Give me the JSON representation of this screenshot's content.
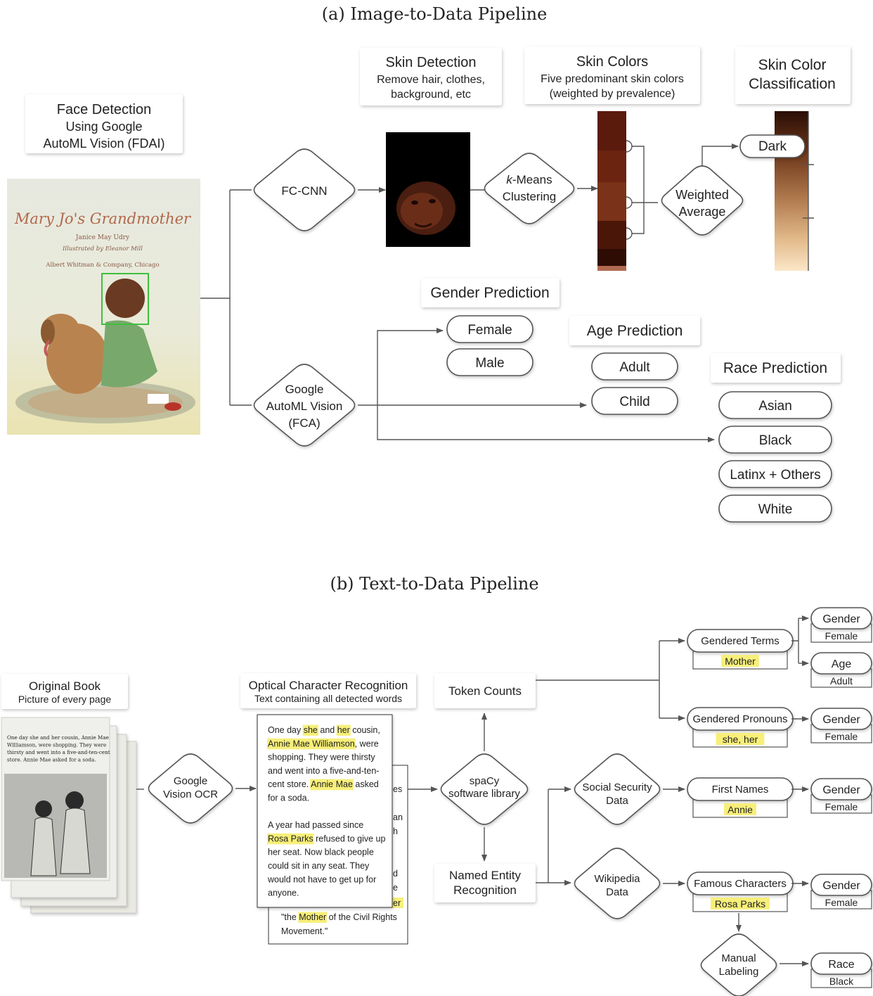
{
  "sections": {
    "a_title": "(a) Image-to-Data Pipeline",
    "b_title": "(b) Text-to-Data Pipeline"
  },
  "image_pipeline": {
    "face_detection": {
      "line1": "Face Detection",
      "line2": "Using Google",
      "line3": "AutoML Vision (FDAI)"
    },
    "book_cover": {
      "title": "Mary Jo's Grandmother",
      "author": "Janice May Udry",
      "illustrator": "Illustrated by Eleanor Mill",
      "publisher": "Albert Whitman & Company, Chicago"
    },
    "fc_cnn": "FC-CNN",
    "google_automl": {
      "line1": "Google",
      "line2": "AutoML Vision",
      "line3": "(FCA)"
    },
    "skin_detection": {
      "line1": "Skin Detection",
      "line2": "Remove hair, clothes,",
      "line3": "background, etc"
    },
    "kmeans": {
      "line1_italic": "k",
      "line1_rest": "-Means",
      "line2": "Clustering"
    },
    "skin_colors": {
      "line1": "Skin Colors",
      "line2": "Five predominant skin colors",
      "line3": "(weighted by prevalence)"
    },
    "swatch_colors": [
      "#5a1a0c",
      "#6a2410",
      "#7a3218",
      "#4a1608",
      "#2e0c04",
      "#b06a50"
    ],
    "weighted_average": {
      "line1": "Weighted",
      "line2": "Average"
    },
    "skin_color_classification": {
      "line1": "Skin Color",
      "line2": "Classification"
    },
    "dark_label": "Dark",
    "gradient_colors": [
      "#2a0e06",
      "#6a3418",
      "#b07a4e",
      "#e2b98a",
      "#fbe7c8"
    ],
    "gender_prediction": {
      "title": "Gender Prediction",
      "options": [
        "Female",
        "Male"
      ]
    },
    "age_prediction": {
      "title": "Age Prediction",
      "options": [
        "Adult",
        "Child"
      ]
    },
    "race_prediction": {
      "title": "Race Prediction",
      "options": [
        "Asian",
        "Black",
        "Latinx + Others",
        "White"
      ]
    }
  },
  "text_pipeline": {
    "original_book": {
      "line1": "Original Book",
      "line2": "Picture of every page"
    },
    "page_text": [
      "One day she and her cousin, Annie Mae",
      "Williamson, were shopping. They were",
      "thirsty and went into a five-and-ten-cent",
      "store. Annie Mae asked for a soda."
    ],
    "google_ocr": {
      "line1": "Google",
      "line2": "Vision OCR"
    },
    "ocr": {
      "line1": "Optical Character Recognition",
      "line2": "Text containing all detected words"
    },
    "ocr_front": [
      [
        {
          "t": "One day "
        },
        {
          "t": "she",
          "h": 1
        },
        {
          "t": " and "
        },
        {
          "t": "her",
          "h": 1
        },
        {
          "t": " cousin,"
        }
      ],
      [
        {
          "t": "Annie Mae Williamson",
          "h": 1
        },
        {
          "t": ", were"
        }
      ],
      [
        {
          "t": "shopping. They were thirsty"
        }
      ],
      [
        {
          "t": "and went into a five-and-ten-"
        }
      ],
      [
        {
          "t": "cent store. "
        },
        {
          "t": "Annie Mae",
          "h": 1
        },
        {
          "t": " asked"
        }
      ],
      [
        {
          "t": "for a soda."
        }
      ],
      [
        {
          "t": ""
        }
      ],
      [
        {
          "t": "A year had passed since"
        }
      ],
      [
        {
          "t": "Rosa Parks",
          "h": 1
        },
        {
          "t": " refused to give up"
        }
      ],
      [
        {
          "t": "her seat. Now black people"
        }
      ],
      [
        {
          "t": "could sit in any seat. They"
        }
      ],
      [
        {
          "t": "would not have to get up for"
        }
      ],
      [
        {
          "t": "anyone."
        }
      ]
    ],
    "ocr_back_fragments": [
      "es",
      "an",
      "h",
      "d",
      "e",
      "er"
    ],
    "ocr_back_bottom": [
      [
        {
          "t": "\"the "
        },
        {
          "t": "Mother",
          "h": 1
        },
        {
          "t": " of the Civil Rights"
        }
      ],
      [
        {
          "t": "Movement.\""
        }
      ]
    ],
    "spacy": {
      "line1": "spaCy",
      "line2": "software library"
    },
    "token_counts": "Token Counts",
    "ner": {
      "line1": "Named Entity",
      "line2": "Recognition"
    },
    "social_security": {
      "line1": "Social Security",
      "line2": "Data"
    },
    "wikipedia": {
      "line1": "Wikipedia",
      "line2": "Data"
    },
    "manual_labeling": {
      "line1": "Manual",
      "line2": "Labeling"
    },
    "gendered_terms": {
      "title": "Gendered Terms",
      "example": "Mother"
    },
    "gendered_pronouns": {
      "title": "Gendered Pronouns",
      "example": "she, her"
    },
    "first_names": {
      "title": "First Names",
      "example": "Annie"
    },
    "famous_characters": {
      "title": "Famous Characters",
      "example": "Rosa Parks"
    },
    "outputs": {
      "gt_gender": {
        "title": "Gender",
        "value": "Female"
      },
      "gt_age": {
        "title": "Age",
        "value": "Adult"
      },
      "gp_gender": {
        "title": "Gender",
        "value": "Female"
      },
      "fn_gender": {
        "title": "Gender",
        "value": "Female"
      },
      "fc_gender": {
        "title": "Gender",
        "value": "Female"
      },
      "ml_race": {
        "title": "Race",
        "value": "Black"
      }
    }
  }
}
